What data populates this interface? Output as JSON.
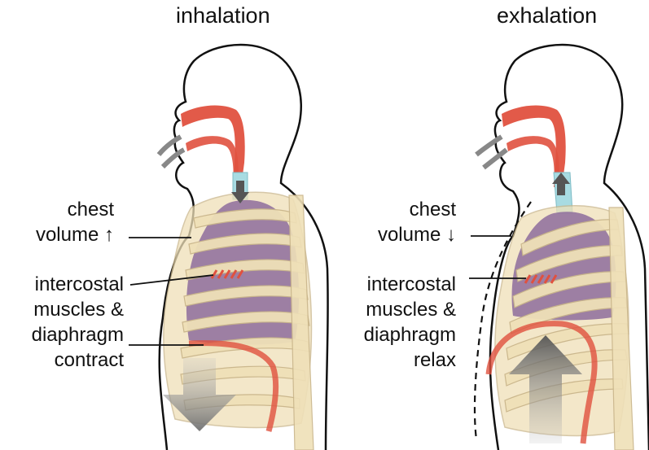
{
  "panels": [
    {
      "title": "inhalation",
      "chest_label": "chest",
      "volume_label": "volume ↑",
      "muscle_lines": [
        "intercostal",
        "muscles &",
        "diaphragm",
        "contract"
      ]
    },
    {
      "title": "exhalation",
      "chest_label": "chest",
      "volume_label": "volume ↓",
      "muscle_lines": [
        "intercostal",
        "muscles &",
        "diaphragm",
        "relax"
      ]
    }
  ],
  "colors": {
    "airway": "#e0513f",
    "ribs": "#efe0b8",
    "rib_outline": "#c9b58a",
    "lungs": "#8d6c9c",
    "trachea": "#a8dbe2",
    "diaphragm": "#e0513f",
    "arrow": "#7f7f7f",
    "outline": "#111111"
  },
  "icons": [
    "air-in-arrow-icon",
    "air-out-arrow-icon",
    "diaphragm-down-arrow-icon",
    "diaphragm-up-arrow-icon"
  ]
}
